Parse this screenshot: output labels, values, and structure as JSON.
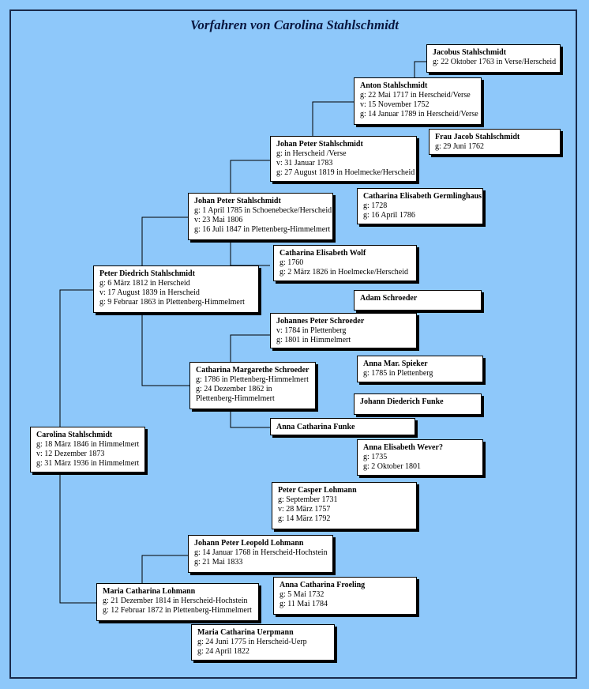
{
  "title": "Vorfahren von Carolina Stahlschmidt",
  "persons": {
    "carolina": {
      "name": "Carolina Stahlschmidt",
      "lines": [
        "g: 18 März 1846 in Himmelmert",
        "v: 12 Dezember 1873",
        "g: 31 März 1936 in Himmelmert"
      ]
    },
    "peter_diedrich": {
      "name": "Peter Diedrich Stahlschmidt",
      "lines": [
        "g: 6 März 1812 in Herscheid",
        "v: 17 August 1839 in Herscheid",
        "g: 9 Februar 1863 in Plettenberg-Himmelmert"
      ]
    },
    "johan_peter_1785": {
      "name": "Johan Peter Stahlschmidt",
      "lines": [
        "g: 1 April 1785 in Schoenebecke/Herscheid",
        "v: 23 Mai 1806",
        "g: 16 Juli 1847 in Plettenberg-Himmelmert"
      ]
    },
    "johan_peter_verse": {
      "name": "Johan Peter Stahlschmidt",
      "lines": [
        "g: in Herscheid /Verse",
        "v: 31 Januar 1783",
        "g: 27 August 1819 in Hoelmecke/Herscheid"
      ]
    },
    "anton": {
      "name": "Anton Stahlschmidt",
      "lines": [
        "g: 22 Mai 1717 in Herscheid/Verse",
        "v: 15 November 1752",
        "g: 14 Januar 1789 in Herscheid/Verse"
      ]
    },
    "jacobus": {
      "name": "Jacobus Stahlschmidt",
      "lines": [
        "g: 22 Oktober 1763 in Verse/Herscheid"
      ]
    },
    "frau_jacob": {
      "name": "Frau Jacob Stahlschmidt",
      "lines": [
        "g: 29 Juni 1762"
      ]
    },
    "germlinghaus": {
      "name": "Catharina Elisabeth Germlinghaus",
      "lines": [
        "g: 1728",
        "g: 16 April 1786"
      ]
    },
    "wolf": {
      "name": "Catharina Elisabeth Wolf",
      "lines": [
        "g: 1760",
        "g: 2 März 1826 in Hoelmecke/Herscheid"
      ]
    },
    "adam": {
      "name": "Adam Schroeder",
      "lines": []
    },
    "johannes_peter": {
      "name": "Johannes Peter Schroeder",
      "lines": [
        "v: 1784 in Plettenberg",
        "g: 1801 in Himmelmert"
      ]
    },
    "spieker": {
      "name": "Anna Mar. Spieker",
      "lines": [
        "g: 1785 in Plettenberg"
      ]
    },
    "margarethe": {
      "name": "Catharina Margarethe Schroeder",
      "lines": [
        "g: 1786 in Plettenberg-Himmelmert",
        "g: 24 Dezember 1862 in Plettenberg-Himmelmert"
      ]
    },
    "johann_diederich": {
      "name": "Johann Diederich Funke",
      "lines": []
    },
    "anna_catharina_funke": {
      "name": "Anna Catharina Funke",
      "lines": []
    },
    "wever": {
      "name": "Anna Elisabeth Wever?",
      "lines": [
        "g: 1735",
        "g: 2 Oktober 1801"
      ]
    },
    "casper": {
      "name": "Peter Casper Lohmann",
      "lines": [
        "g: September 1731",
        "v: 28 März 1757",
        "g: 14 März 1792"
      ]
    },
    "leopold": {
      "name": "Johann Peter Leopold Lohmann",
      "lines": [
        "g: 14 Januar 1768 in Herscheid-Hochstein",
        "g: 21 Mai 1833"
      ]
    },
    "froeling": {
      "name": "Anna Catharina Froeling",
      "lines": [
        "g: 5 Mai 1732",
        "g: 11 Mai 1784"
      ]
    },
    "maria_lohmann": {
      "name": "Maria Catharina Lohmann",
      "lines": [
        "g: 21 Dezember 1814 in Herscheid-Hochstein",
        "g: 12 Februar 1872 in Plettenberg-Himmelmert"
      ]
    },
    "uerpmann": {
      "name": "Maria Catharina Uerpmann",
      "lines": [
        "g: 24 Juni 1775 in Herscheid-Uerp",
        "g: 24 April 1822"
      ]
    }
  }
}
